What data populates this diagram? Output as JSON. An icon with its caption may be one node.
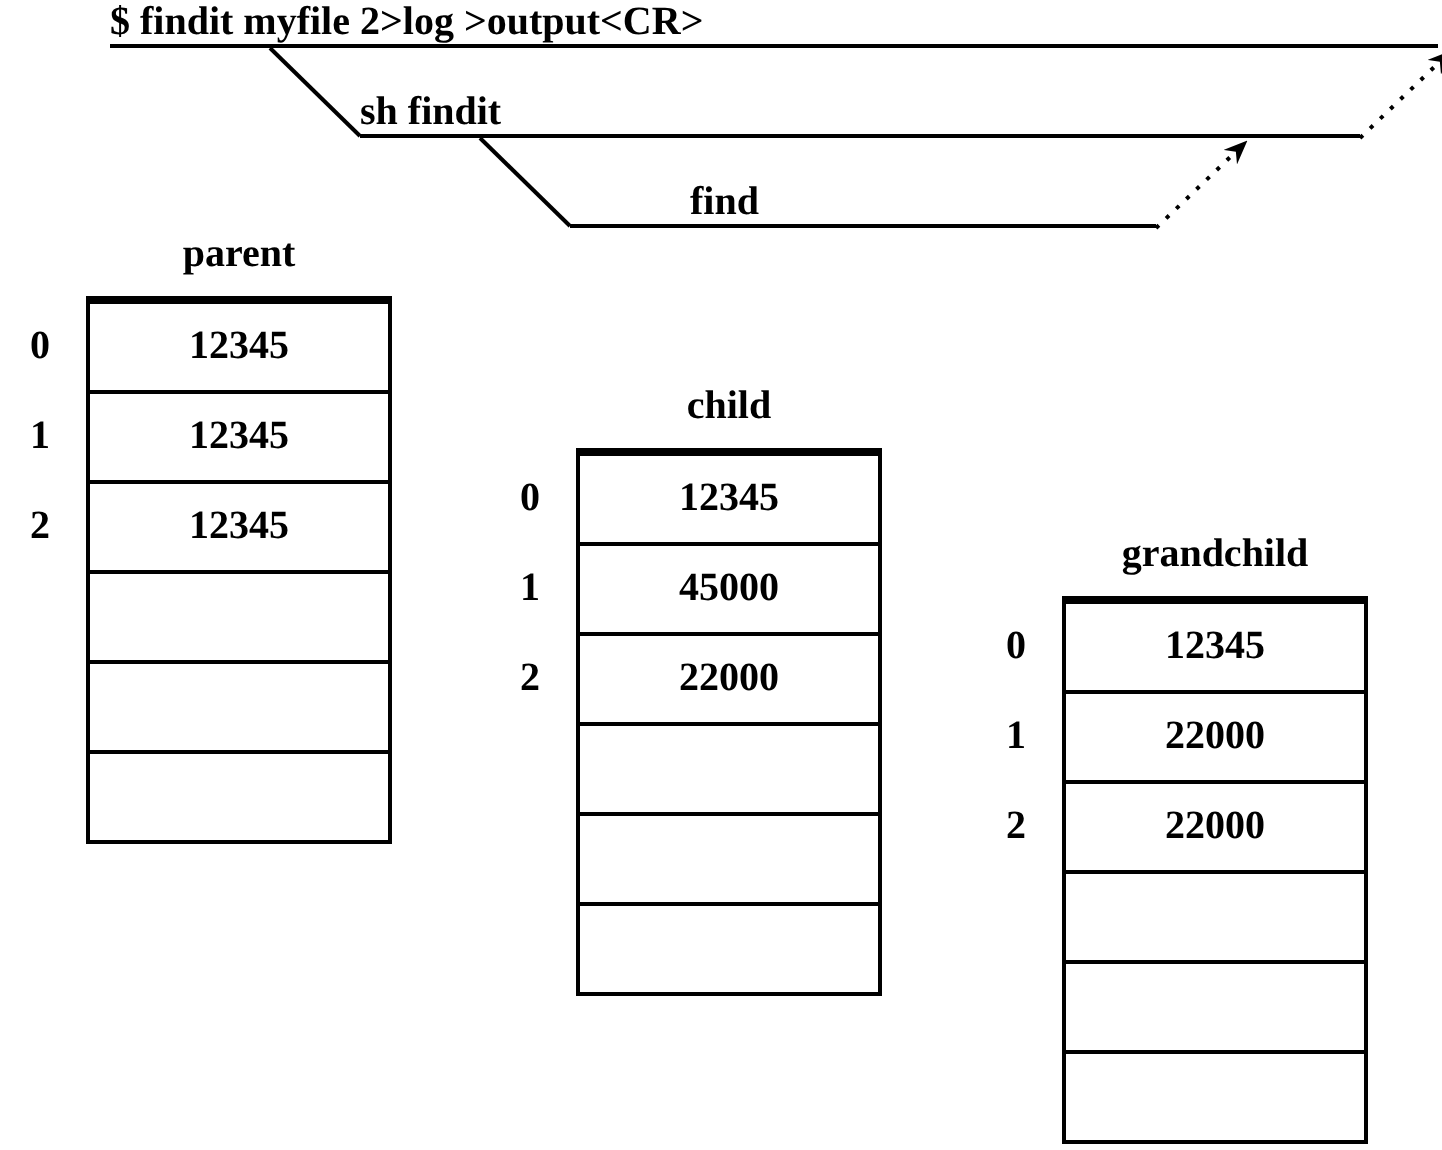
{
  "diagram": {
    "nodes": [
      {
        "text": [
          "$ findit myfile 2>log >output<CR>"
        ]
      },
      {
        "text": [
          "sh findit"
        ]
      },
      {
        "text": [
          "find"
        ]
      },
      {
        "text": [
          "parent"
        ]
      },
      {
        "text": [
          "child"
        ]
      },
      {
        "text": [
          "grandchild"
        ]
      }
    ],
    "edges": [
      {
        "from": 0,
        "to": 1,
        "arrow": "none"
      },
      {
        "from": 1,
        "to": 2,
        "arrow": "none"
      },
      {
        "from": 2,
        "to": 1,
        "arrow": "to",
        "style": "dashed"
      },
      {
        "from": 1,
        "to": 0,
        "arrow": "to",
        "style": "dashed"
      }
    ],
    "labels": [
      "0",
      "12345",
      "1",
      "12345",
      "2",
      "12345",
      "0",
      "12345",
      "1",
      "45000",
      "2",
      "22000",
      "0",
      "12345",
      "1",
      "22000",
      "2",
      "22000"
    ]
  }
}
